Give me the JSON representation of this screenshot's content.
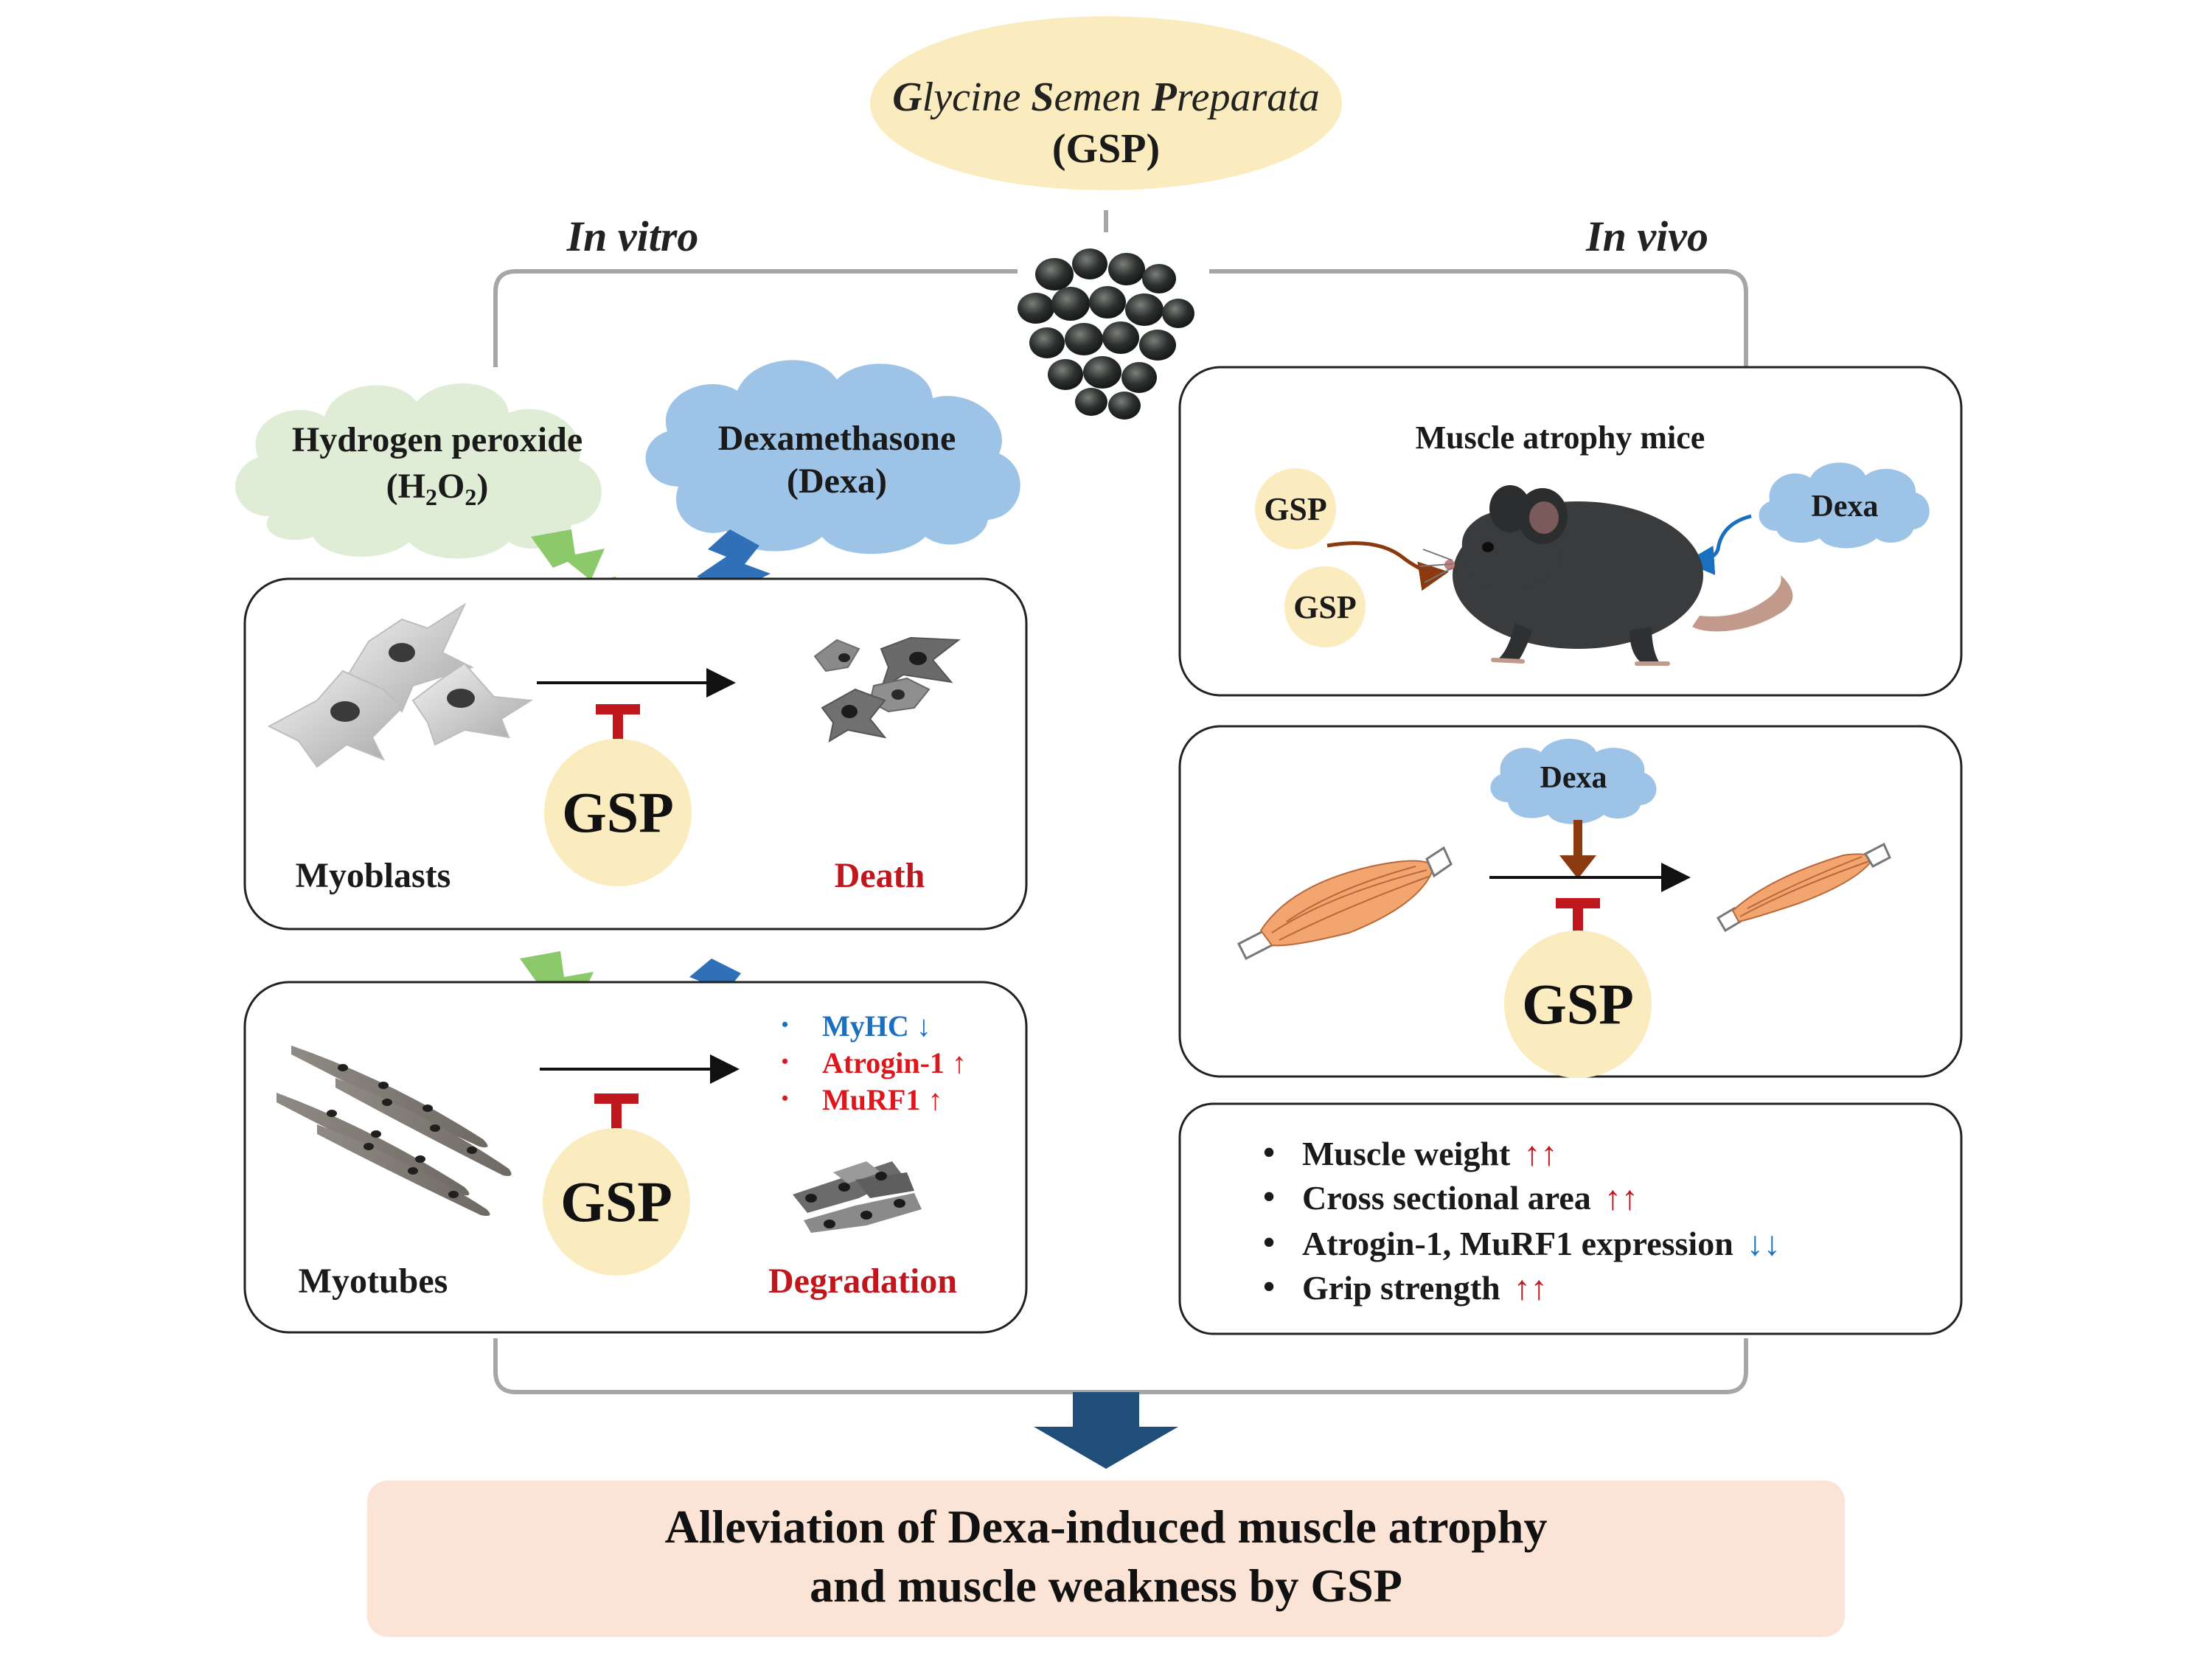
{
  "title": {
    "latin_name": "Glycine Semen Preparata",
    "latin_initials": [
      "G",
      "S",
      "P"
    ],
    "latin_rest": [
      "lycine ",
      "emen ",
      "reparata"
    ],
    "abbrev": "(GSP)"
  },
  "branches": {
    "in_vitro": "In vitro",
    "in_vivo": "In vivo"
  },
  "stressors": {
    "h2o2_name": "Hydrogen peroxide",
    "h2o2_formula_prefix": "(H",
    "h2o2_sub1": "2",
    "h2o2_mid": "O",
    "h2o2_sub2": "2",
    "h2o2_suffix": ")",
    "dexa_name": "Dexamethasone",
    "dexa_abbrev": "(Dexa)"
  },
  "myoblasts_panel": {
    "label": "Myoblasts",
    "outcome": "Death",
    "inhibitor": "GSP"
  },
  "myotubes_panel": {
    "label": "Myotubes",
    "outcome": "Degradation",
    "inhibitor": "GSP",
    "markers": [
      {
        "bullet": "•",
        "text": "MyHC ↓",
        "color": "#1b6fbf"
      },
      {
        "bullet": "•",
        "text": "Atrogin-1 ↑",
        "color": "#e0161d"
      },
      {
        "bullet": "•",
        "text": "MuRF1 ↑",
        "color": "#e0161d"
      }
    ]
  },
  "mice_panel": {
    "title": "Muscle atrophy mice",
    "gsp_1": "GSP",
    "gsp_2": "GSP",
    "dexa": "Dexa"
  },
  "muscle_panel": {
    "dexa": "Dexa",
    "inhibitor": "GSP"
  },
  "results_panel": {
    "items": [
      {
        "bullet": "•",
        "text": "Muscle weight",
        "arrows": "↑↑",
        "arrow_color": "#c0161d"
      },
      {
        "bullet": "•",
        "text": "Cross sectional area",
        "arrows": "↑↑",
        "arrow_color": "#c0161d"
      },
      {
        "bullet": "•",
        "text": "Atrogin-1, MuRF1 expression",
        "arrows": "↓↓",
        "arrow_color": "#1b6fbf"
      },
      {
        "bullet": "•",
        "text": "Grip strength",
        "arrows": "↑↑",
        "arrow_color": "#c0161d"
      }
    ]
  },
  "conclusion": {
    "line1": "Alleviation of Dexa-induced muscle atrophy",
    "line2": "and muscle weakness by GSP"
  },
  "colors": {
    "gsp_fill": "#fbecc0",
    "h2o2_cloud": "#dfecd6",
    "dexa_cloud": "#9dc3e6",
    "bolt_green": "#8cc96a",
    "bolt_blue": "#2f70b8",
    "inhibit_red": "#c0161d",
    "muscle_orange": "#f2a56f",
    "conclusion_fill": "#fbe3d5",
    "down_arrow": "#1f4e79",
    "frame_gray": "#a6a6a6"
  }
}
